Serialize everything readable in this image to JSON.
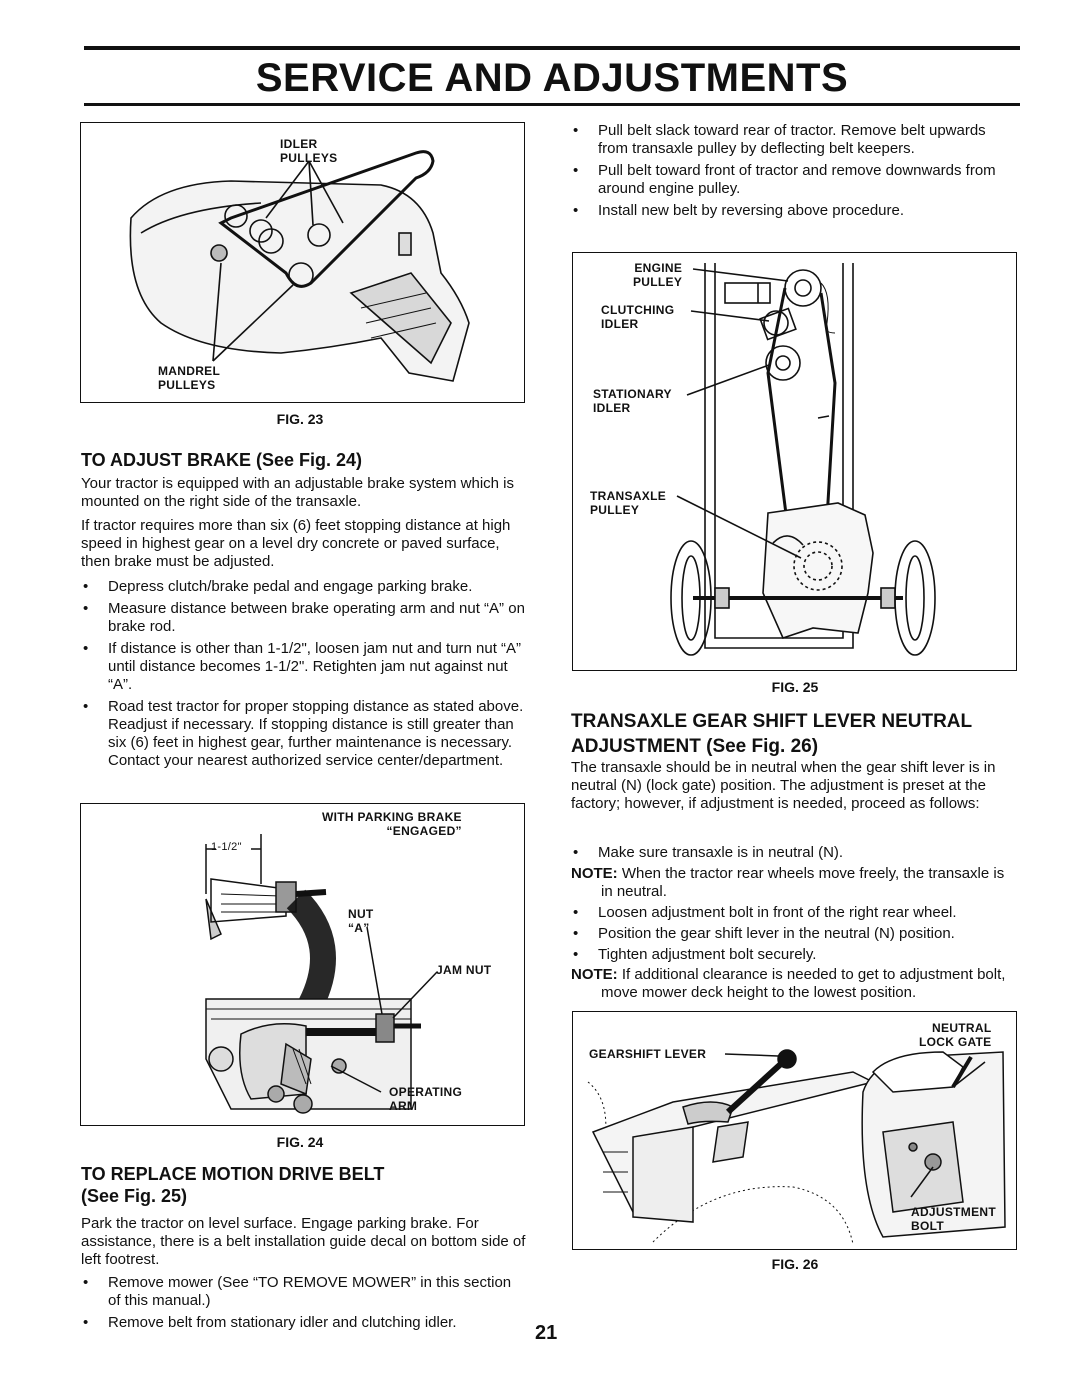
{
  "page": {
    "title": "SERVICE AND ADJUSTMENTS",
    "page_number": "21"
  },
  "fig23": {
    "caption": "FIG. 23",
    "callouts": {
      "idler_pulleys": "IDLER\nPULLEYS",
      "mandrel_pulleys": "MANDREL\nPULLEYS"
    }
  },
  "brake": {
    "heading": "TO ADJUST BRAKE (See Fig. 24)",
    "para1": "Your tractor is equipped with an adjustable brake system which is mounted on the right side of the transaxle.",
    "para2": "If tractor requires more than six (6) feet stopping distance at high speed in highest gear on a level dry concrete or paved surface, then brake must be adjusted.",
    "bullets": [
      "Depress clutch/brake pedal and engage parking brake.",
      "Measure distance between brake operating arm and nut “A” on brake rod.",
      "If distance is other than 1-1/2\", loosen jam nut and turn nut “A” until distance becomes 1-1/2\". Retighten jam nut against nut “A”.",
      "Road test tractor for proper stopping distance as stated above. Readjust if necessary. If stopping distance is still greater than six (6) feet in highest gear, further maintenance is necessary. Contact your nearest authorized service center/department."
    ]
  },
  "fig24": {
    "caption": "FIG. 24",
    "callouts": {
      "parking_brake": "WITH PARKING BRAKE\n“ENGAGED”",
      "dimension": "1-1/2\"",
      "nut_a": "NUT\n“A”",
      "jam_nut": "JAM NUT",
      "operating_arm": "OPERATING\nARM"
    }
  },
  "belt": {
    "heading": "TO REPLACE MOTION DRIVE BELT\n(See Fig. 25)",
    "para": "Park the tractor on level surface. Engage parking brake. For assistance, there is a belt installation guide decal on bottom side of left footrest.",
    "bullets": [
      "Remove mower (See “TO REMOVE MOWER” in this section of this manual.)",
      "Remove belt from stationary idler and clutching idler."
    ],
    "right_bullets": [
      "Pull belt slack toward rear of tractor. Remove belt upwards from transaxle pulley by deflecting belt keepers.",
      "Pull belt toward front of tractor and remove downwards from around engine pulley.",
      "Install new belt by reversing above procedure."
    ]
  },
  "fig25": {
    "caption": "FIG. 25",
    "callouts": {
      "engine_pulley": "ENGINE\nPULLEY",
      "clutching_idler": "CLUTCHING\nIDLER",
      "stationary_idler": "STATIONARY\nIDLER",
      "transaxle_pulley": "TRANSAXLE\nPULLEY"
    }
  },
  "shift": {
    "heading": "TRANSAXLE GEAR SHIFT LEVER NEUTRAL ADJUSTMENT (See Fig. 26)",
    "para": "The transaxle should be in neutral when the gear shift lever is in neutral (N) (lock gate) position. The adjustment is preset at the factory; however, if adjustment is needed, proceed as follows:",
    "bullet1": "Make sure transaxle is in neutral (N).",
    "note1_label": "NOTE:",
    "note1_text": " When the tractor rear wheels move freely, the transaxle is in neutral.",
    "bullets2": [
      "Loosen adjustment bolt in front of the right rear wheel.",
      "Position the gear shift lever in the neutral (N) position.",
      "Tighten adjustment bolt securely."
    ],
    "note2_label": "NOTE:",
    "note2_text": " If additional clearance is needed to get to adjustment bolt, move mower deck height to the lowest position."
  },
  "fig26": {
    "caption": "FIG. 26",
    "callouts": {
      "gearshift_lever": "GEARSHIFT LEVER",
      "neutral_lock_gate": "NEUTRAL\nLOCK GATE",
      "adjustment_bolt": "ADJUSTMENT\nBOLT"
    }
  }
}
